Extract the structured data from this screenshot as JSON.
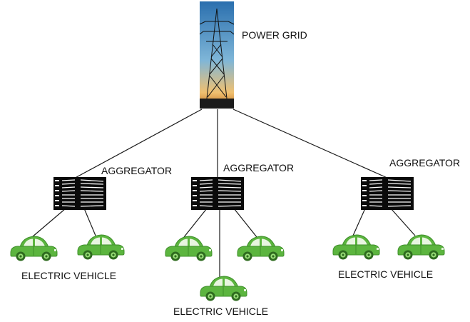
{
  "labels": {
    "power_grid": "POWER GRID",
    "aggregator_left": "AGGREGATOR",
    "aggregator_middle": "AGGREGATOR",
    "aggregator_right": "AGGREGATOR",
    "vehicles_left": "ELECTRIC VEHICLE",
    "vehicles_middle": "ELECTRIC VEHICLE",
    "vehicles_right": "ELECTRIC VEHICLE"
  },
  "colors": {
    "car_body": "#5cb53f",
    "car_dark": "#3e8f2a",
    "car_window": "#e8f5e0",
    "aggregator": "#0a0a0a",
    "line": "#1a1a1a",
    "sky_top": "#2a6fae",
    "sky_mid": "#7fb6d8",
    "sky_horizon": "#e8a24a"
  },
  "icons": {
    "grid": "transmission-tower-icon",
    "aggregator": "server-rack-icon",
    "vehicle": "green-car-icon"
  }
}
